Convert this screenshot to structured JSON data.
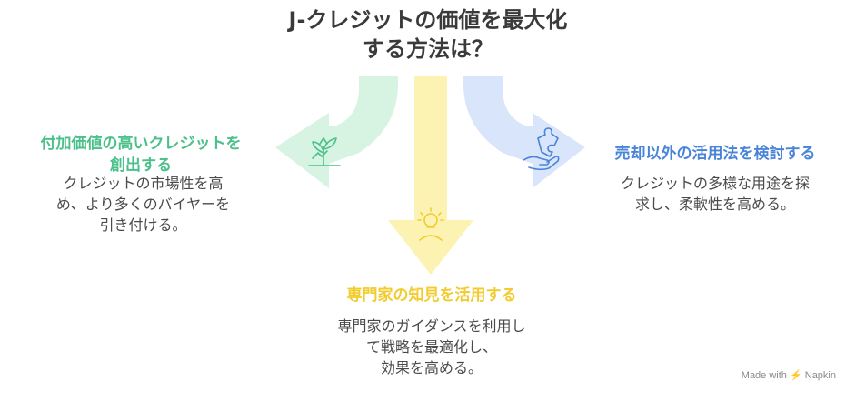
{
  "title": {
    "line1": "J-クレジットの価値を最大化",
    "line2": "する方法は？"
  },
  "branches": {
    "left": {
      "heading_line1": "付加価値の高いクレジットを",
      "heading_line2": "創出する",
      "desc_line1": "クレジットの市場性を高",
      "desc_line2": "め、より多くのバイヤーを",
      "desc_line3": "引き付ける。",
      "color": "#4cc08b",
      "arrow_fill": "#d7f3e2",
      "icon": "growth-plant-icon"
    },
    "middle": {
      "heading": "専門家の知見を活用する",
      "desc_line1": "専門家のガイダンスを利用し",
      "desc_line2": "て戦略を最適化し、",
      "desc_line3": "効果を高める。",
      "color": "#f2cc2e",
      "arrow_fill": "#fcf3b2",
      "icon": "lightbulb-person-icon"
    },
    "right": {
      "heading": "売却以外の活用法を検討する",
      "desc_line1": "クレジットの多様な用途を探",
      "desc_line2": "求し、柔軟性を高める。",
      "color": "#4a84d8",
      "arrow_fill": "#d8e5fb",
      "icon": "puzzle-hand-icon"
    }
  },
  "credit": {
    "prefix": "Made with",
    "brand": "Napkin"
  }
}
